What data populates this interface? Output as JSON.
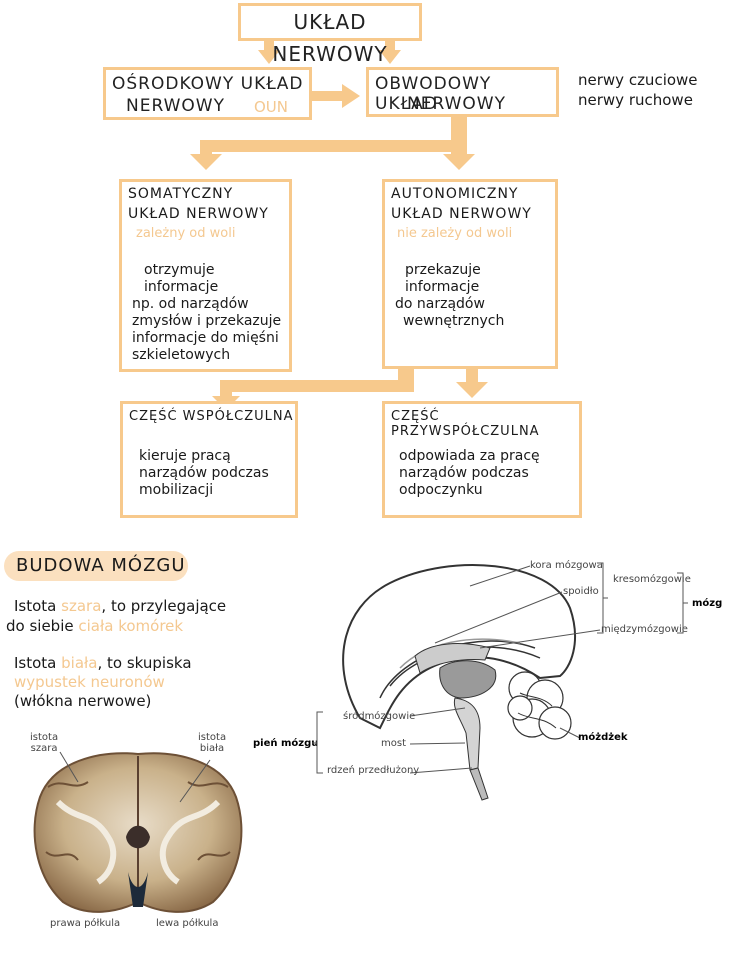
{
  "flow": {
    "top_title": "UKŁAD NERWOWY",
    "central": {
      "line1": "OŚRODKOWY UKŁAD",
      "line2": "NERWOWY",
      "abbr": "OUN"
    },
    "peripheral": {
      "line1": "OBWODOWY UKŁAD",
      "line2": "NERWOWY"
    },
    "peripheral_notes": [
      "nerwy czuciowe",
      "nerwy ruchowe"
    ],
    "somatic": {
      "line1": "SOMATYCZNY",
      "line2": "UKŁAD NERWOWY",
      "sub": "zależny od woli",
      "body": [
        "otrzymuje informacje",
        "np. od narządów",
        "zmysłów i przekazuje",
        "informacje do mięśni",
        "szkieletowych"
      ]
    },
    "autonomic": {
      "line1": "AUTONOMICZNY",
      "line2": "UKŁAD NERWOWY",
      "sub": "nie zależy od woli",
      "body": [
        "przekazuje informacje",
        "do narządów",
        "wewnętrznych"
      ]
    },
    "sympathetic": {
      "title": "CZĘŚĆ WSPÓŁCZULNA",
      "body": [
        "kieruje pracą",
        "narządów podczas",
        "mobilizacji"
      ]
    },
    "parasympathetic": {
      "title": "CZĘŚĆ PRZYWSPÓŁCZULNA",
      "body": [
        "odpowiada za pracę",
        "narządów podczas",
        "odpoczynku"
      ]
    }
  },
  "brain_section": {
    "heading": "BUDOWA MÓZGU",
    "grey": {
      "w1": "Istota",
      "w2": "szara",
      "w3": ", to przylegające",
      "w4": "do siebie",
      "w5": "ciała komórek"
    },
    "white": {
      "w1": "Istota",
      "w2": "biała",
      "w3": ", to skupiska",
      "w4": "wypustek neuronów",
      "w5": "(włókna nerwowe)"
    }
  },
  "photo_labels": {
    "grey_label": [
      "istota",
      "szara"
    ],
    "white_label": [
      "istota",
      "biała"
    ],
    "right_hemi": "prawa półkula",
    "left_hemi": "lewa półkula"
  },
  "diagram_labels": {
    "cortex": "kora mózgowa",
    "corpus": "spoidło",
    "diencephalon": "międzymózgowie",
    "telencephalon": "kresomózgowie",
    "brain": "mózg",
    "midbrain": "śródmózgowie",
    "pons": "most",
    "medulla": "rdzeń przedłużony",
    "brainstem": "pień mózgu",
    "cerebellum": "móżdżek"
  },
  "colors": {
    "accent": "#f7c98c",
    "accent_text": "#f4c890"
  }
}
